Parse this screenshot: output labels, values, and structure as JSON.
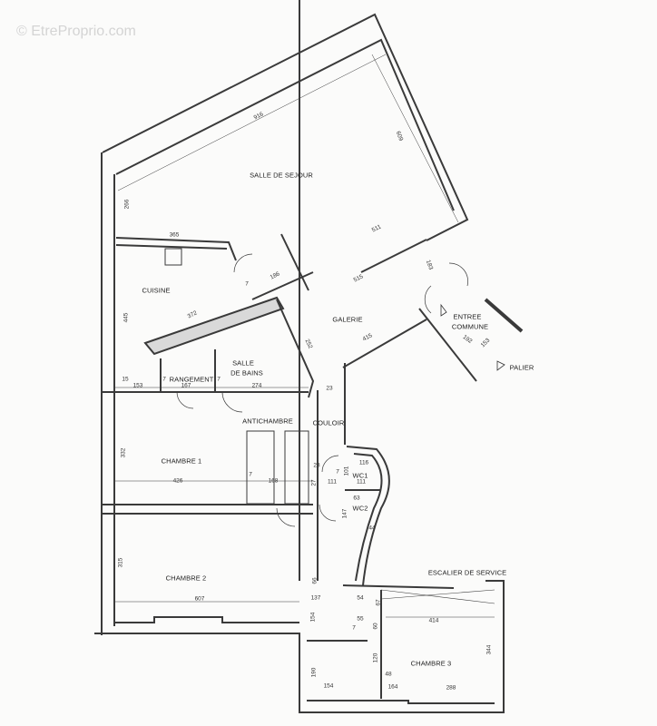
{
  "watermark": "© EtreProprio.com",
  "rooms": [
    "SALLE DE SEJOUR",
    "CUISINE",
    "GALERIE",
    "ENTREE",
    "COMMUNE",
    "PALIER",
    "SALLE",
    "DE BAINS",
    "RANGEMENT",
    "ANTICHAMBRE",
    "COULOIR",
    "CHAMBRE 1",
    "WC1",
    "WC2",
    "CHAMBRE 2",
    "ESCALIER DE SERVICE",
    "CHAMBRE 3"
  ],
  "dimensions": [
    "916",
    "609",
    "266",
    "365",
    "511",
    "186",
    "183",
    "515",
    "7",
    "372",
    "445",
    "252",
    "415",
    "192",
    "153",
    "15",
    "153",
    "7",
    "167",
    "7",
    "274",
    "23",
    "332",
    "426",
    "7",
    "168",
    "28",
    "7",
    "101",
    "116",
    "111",
    "111",
    "27",
    "63",
    "147",
    "44",
    "315",
    "607",
    "66",
    "137",
    "54",
    "67",
    "154",
    "55",
    "7",
    "60",
    "414",
    "344",
    "120",
    "190",
    "154",
    "48",
    "164",
    "288"
  ],
  "colors": {
    "wall": "#3a3a3a",
    "wall_fill": "#d9d9d9",
    "background": "#fbfbfa"
  }
}
